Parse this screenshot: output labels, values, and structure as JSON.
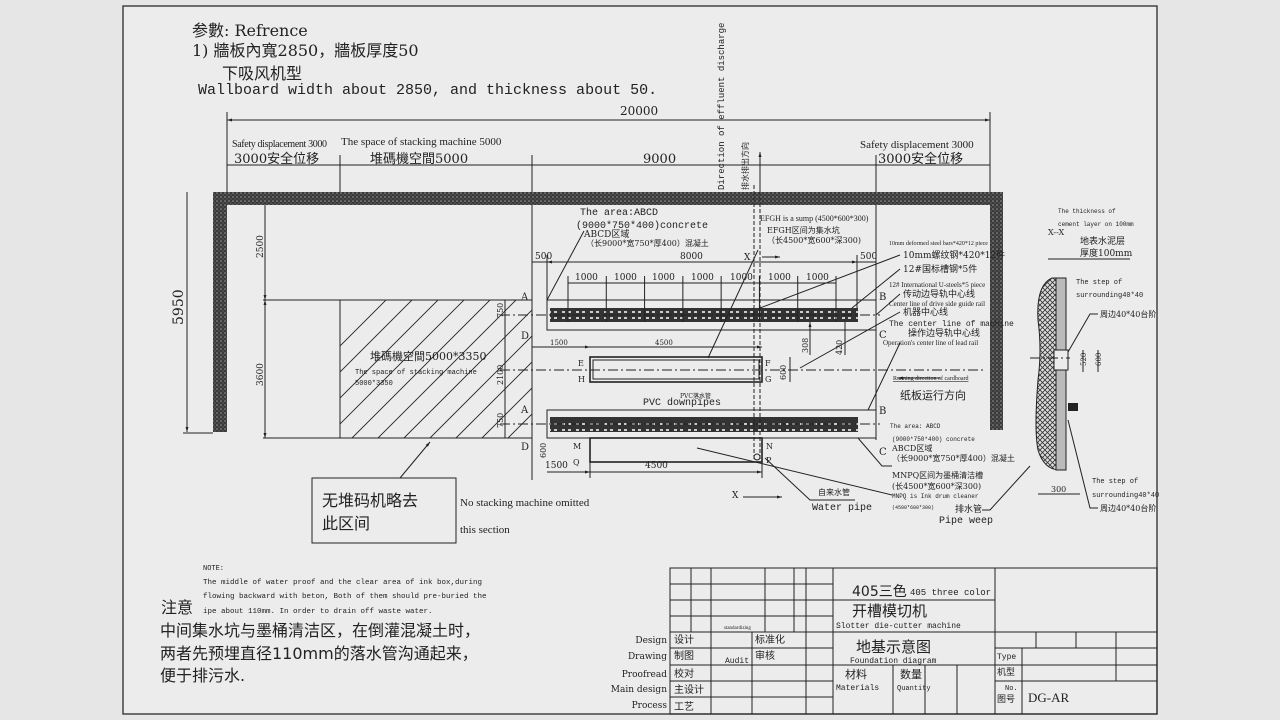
{
  "header": {
    "reference": "参數: Refrence",
    "param1": "1) 牆板內寬2850，牆板厚度50",
    "type": "下吸风机型",
    "wallboard_en": "Wallboard width about 2850, and thickness about 50."
  },
  "dimensions": {
    "total": "20000",
    "safety_left_en": "Safety displacement 3000",
    "safety_left_cn": "3000安全位移",
    "stacking_en": "The space of stacking machine 5000",
    "stacking_cn": "堆碼機空間5000",
    "machine": "9000",
    "safety_right_en": "Safety displacement 3000",
    "safety_right_cn": "3000安全位移",
    "height_total": "5950",
    "h2500": "2500",
    "h3600": "3600",
    "d500a": "500",
    "d8000": "8000",
    "d500b": "500",
    "d1000": [
      "1000",
      "1000",
      "1000",
      "1000",
      "1000",
      "1000",
      "1000"
    ],
    "d750a": "750",
    "d750b": "750",
    "d2100": "2100",
    "d1500a": "1500",
    "d4500a": "4500",
    "d600a": "600",
    "d308": "308",
    "d420": "420",
    "d600b": "600",
    "d1500b": "1500",
    "d4500b": "4500"
  },
  "labels": {
    "effluent_en": "Direction of effluent discharge",
    "effluent_cn": "排水排出方向",
    "area_abcd_en": "The area:ABCD",
    "area_abcd_size": "(9000*750*400)concrete",
    "area_abcd_cn": "ABCD区域",
    "area_abcd_cn2": "（长9000*宽750*厚400）混凝土",
    "efgh_en": "EFGH is a sump (4500*600*300)",
    "efgh_cn": "EFGH区间为集水坑",
    "efgh_cn2": "（长4500*宽600*深300)",
    "steel_en": "10mm deformed steel bars*420*12 piece",
    "steel_cn": "10mm螺纹钢*420*12件",
    "usteel_cn": "12#国标槽钢*5件",
    "usteel_en": "12# International U-steels*5 piece",
    "drive_cn": "传动边导轨中心线",
    "drive_en": "Center line of drive side guide rail",
    "machine_cn": "机器中心线",
    "machine_en": "The center line of machine",
    "oper_cn": "操作边导轨中心线",
    "oper_en": "Operation's center line of lead rail",
    "running_en": "Running direction of cardboard",
    "running_cn": "纸板运行方向",
    "area2_en": "The area: ABCD",
    "area2_size": "(9000*750*400) concrete",
    "area2_cn": "ABCD区域",
    "area2_cn2": "（长9000*宽750*厚400）混凝土",
    "mnpq_cn": "MNPQ区间为墨桶清洁槽",
    "mnpq_cn2": "(长4500*宽600*深300)",
    "mnpq_en": "MNPQ is Ink drum cleaner",
    "mnpq_size": "(4500*600*300)",
    "drain_cn": "排水管",
    "drain_en": "Pipe weep",
    "water_cn": "自来水管",
    "water_en": "Water pipe",
    "pvc_cn": "PVC落水管",
    "pvc_en": "PVC downpipes",
    "stack_cn": "堆碼機空間5000*3350",
    "stack_en": "The space of stacking machine",
    "stack_size": "5000*3350",
    "omit_cn1": "无堆码机略去",
    "omit_cn2": "此区间",
    "omit_en1": "No stacking machine omitted",
    "omit_en2": "this section",
    "x_mark": "X",
    "x_mark2": "X",
    "points": {
      "A1": "A",
      "B1": "B",
      "C1": "C",
      "D1": "D",
      "A2": "A",
      "B2": "B",
      "C2": "C",
      "D2": "D",
      "E": "E",
      "F": "F",
      "G": "G",
      "H": "H",
      "M": "M",
      "N": "N",
      "P": "P",
      "Q": "Q"
    }
  },
  "section": {
    "title": "X--X",
    "cement_en1": "The thickness of",
    "cement_en2": "cement layer on 100mm",
    "cement_cn1": "地表水泥层",
    "cement_cn2": "厚度100mm",
    "step_en1": "The step of",
    "step_en2": "surrounding40*40",
    "step_cn": "周边40*40台阶",
    "step2_en1": "The step of",
    "step2_en2": "surrounding40*40",
    "step2_cn": "周边40*40台阶",
    "d520": "520",
    "d600": "600",
    "d300": "300"
  },
  "note": {
    "title_en": "NOTE:",
    "en1": "The middle of water proof and the clear area of ink box,during",
    "en2": "flowing backward with beton, Both of them should pre-buried the",
    "en3": "ipe about 110mm. In order to drain off waste water.",
    "title_cn": "注意",
    "cn1": "中间集水坑与墨桶清洁区，在倒灌混凝土时，",
    "cn2": "两者先预埋直径110mm的落水管沟通起来，",
    "cn3": "便于排污水."
  },
  "title_block": {
    "product_cn": "405三色",
    "product_en": "405 three color",
    "machine_cn": "开槽模切机",
    "machine_en": "Slotter die-cutter machine",
    "drawing_cn": "地基示意图",
    "drawing_en": "Foundation diagram",
    "materials_cn": "材料",
    "materials_en": "Materials",
    "quantity_cn": "数量",
    "quantity_en": "Quantity",
    "type_en": "Type",
    "type_cn": "机型",
    "no_en": "No.",
    "no_cn": "图号",
    "drawing_no": "DG-AR",
    "standardizing_en": "standardizing",
    "standardizing_cn": "标准化",
    "audit_en": "Audit",
    "audit_cn": "审核",
    "rows": [
      {
        "en": "Design",
        "cn": "设计"
      },
      {
        "en": "Drawing",
        "cn": "制图"
      },
      {
        "en": "Proofread",
        "cn": "校对"
      },
      {
        "en": "Main design",
        "cn": "主设计"
      },
      {
        "en": "Process",
        "cn": "工艺"
      }
    ]
  }
}
